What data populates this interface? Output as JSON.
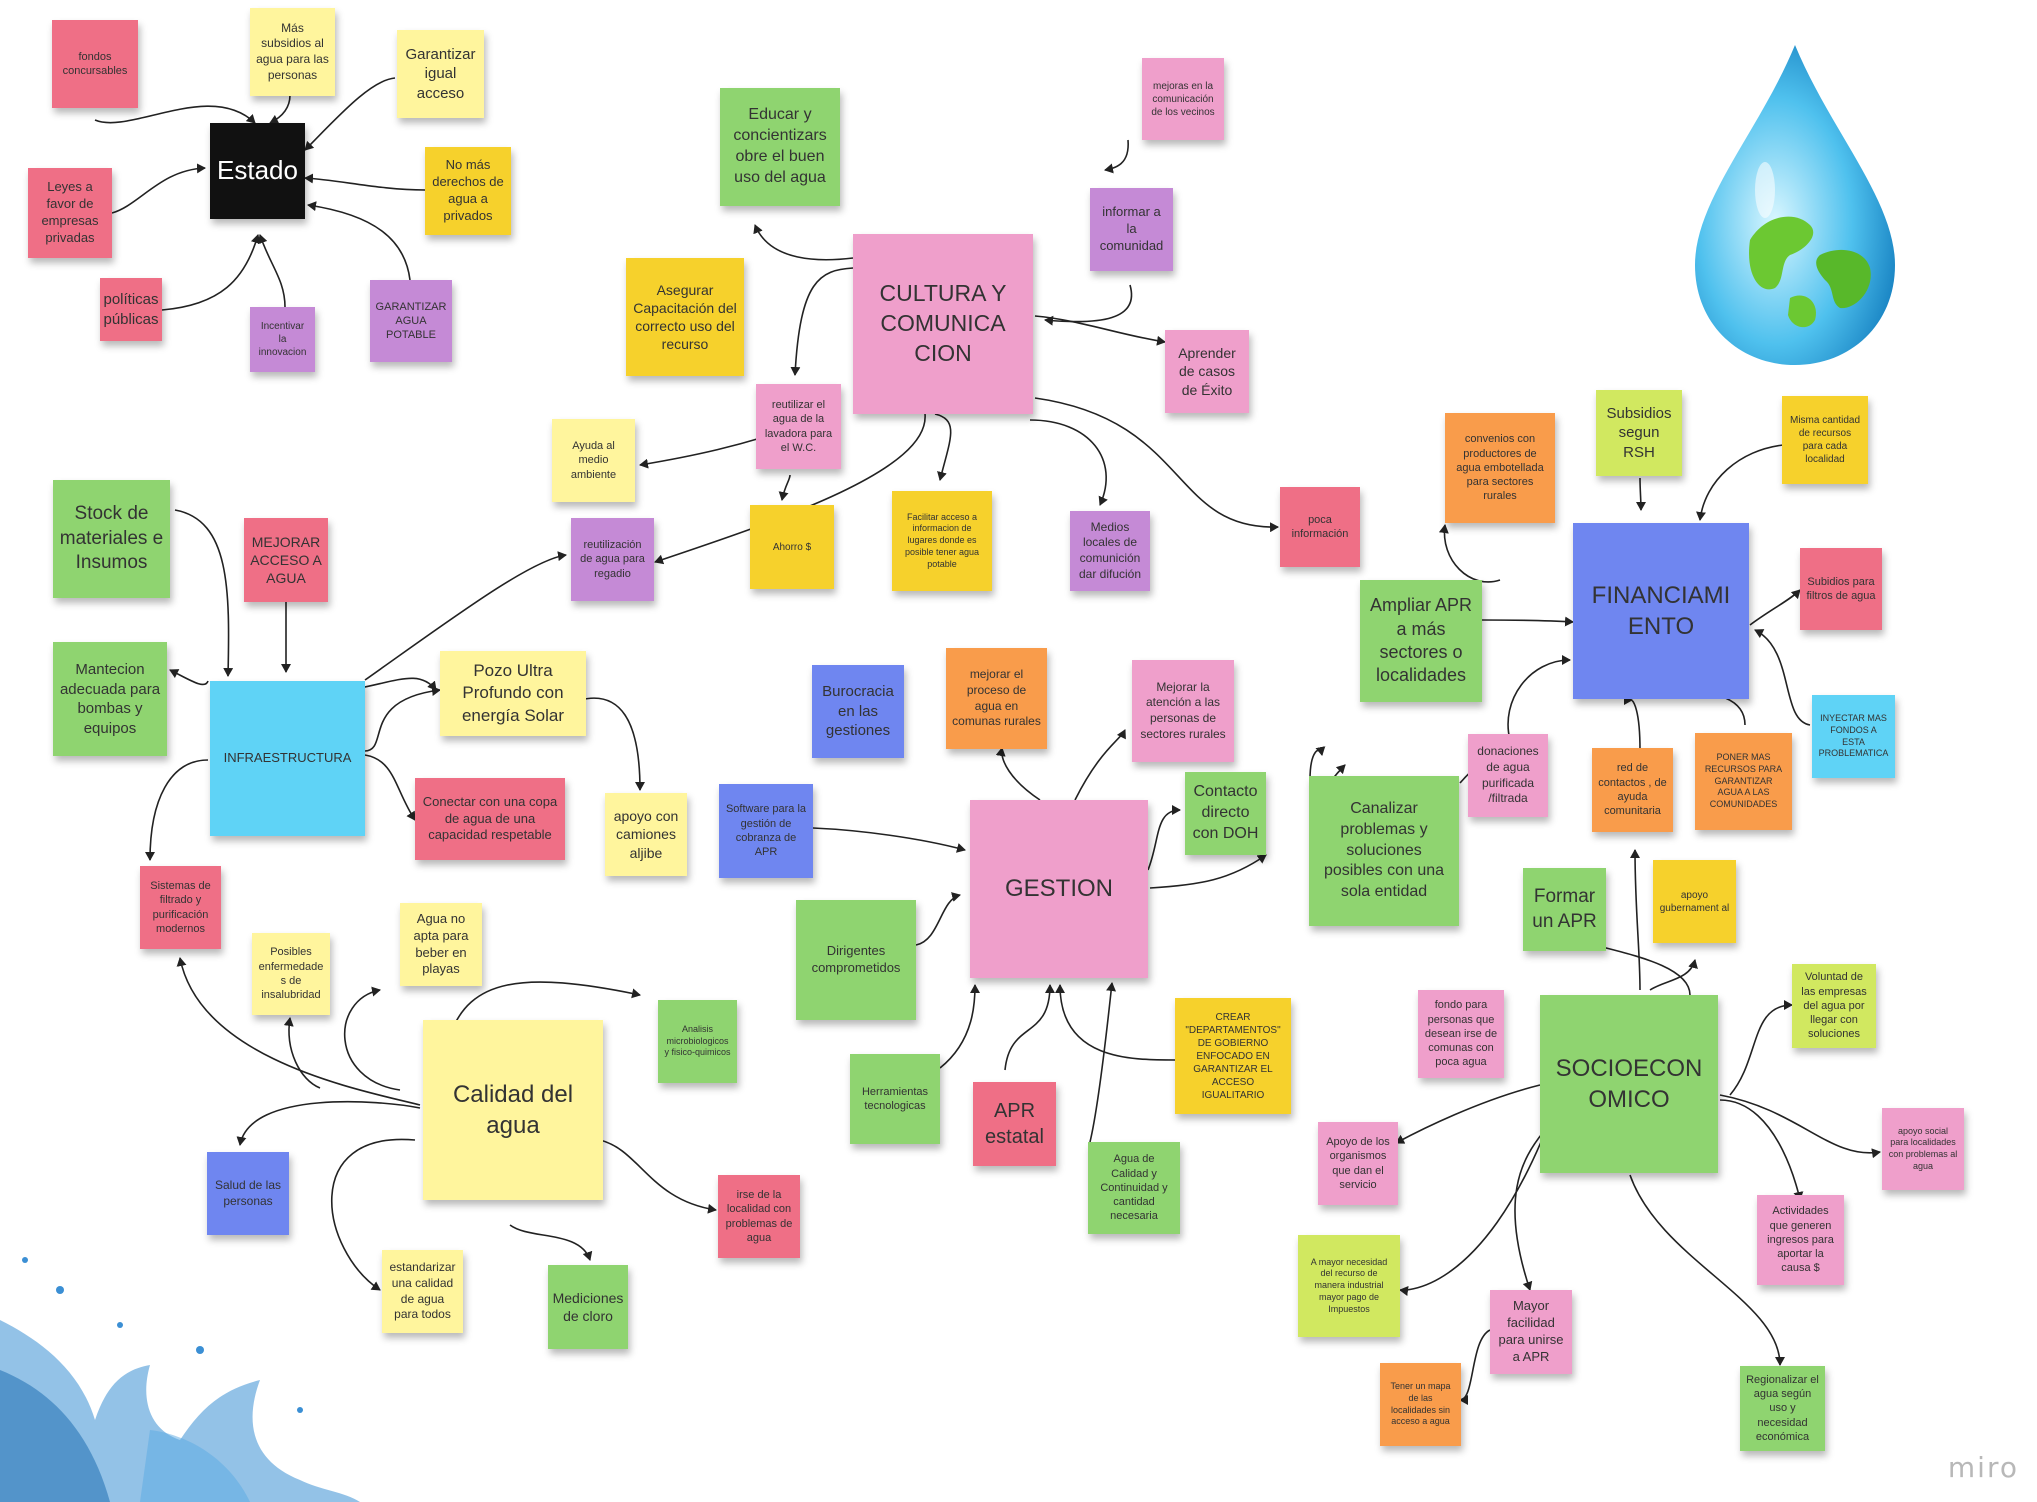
{
  "brand": "miro",
  "palette": {
    "red": "#ef6f86",
    "yellow": "#fff59d",
    "orange_yellow": "#f6d12c",
    "purple": "#c58ad6",
    "pink": "#ef9fcb",
    "green": "#8fd470",
    "lime": "#d1e860",
    "blue": "#6f86f0",
    "cyan": "#5fd3f6",
    "orange": "#f99c4b",
    "black": "#111111"
  },
  "icons": [
    "water-drop-earth-icon",
    "water-splash-icon",
    "connector-arrow-icon"
  ],
  "notes": [
    {
      "id": "n1",
      "text": "fondos concursables",
      "color": "red",
      "fs": 11
    },
    {
      "id": "n2",
      "text": "Más subsidios al agua para las personas",
      "color": "yellow",
      "fs": 12
    },
    {
      "id": "n3",
      "text": "Garantizar igual acceso",
      "color": "yellow",
      "fs": 15
    },
    {
      "id": "n4",
      "text": "Estado",
      "color": "black",
      "fs": 26,
      "textColor": "#ffffff"
    },
    {
      "id": "n5",
      "text": "Leyes a favor de empresas privadas",
      "color": "red",
      "fs": 13
    },
    {
      "id": "n6",
      "text": "No más derechos de agua a privados",
      "color": "orange_yellow",
      "fs": 13
    },
    {
      "id": "n7",
      "text": "políticas públicas",
      "color": "red",
      "fs": 15
    },
    {
      "id": "n8",
      "text": "Incentivar la innovacion",
      "color": "purple",
      "fs": 10
    },
    {
      "id": "n9",
      "text": "GARANTIZAR AGUA POTABLE",
      "color": "purple",
      "fs": 11
    },
    {
      "id": "n10",
      "text": "Educar y concientizars obre el buen uso del agua",
      "color": "green",
      "fs": 16
    },
    {
      "id": "n11",
      "text": "CULTURA Y COMUNICA CION",
      "color": "pink",
      "fs": 23
    },
    {
      "id": "n12",
      "text": "mejoras en la comunicación de los vecinos",
      "color": "pink",
      "fs": 10
    },
    {
      "id": "n13",
      "text": "informar a la comunidad",
      "color": "purple",
      "fs": 13
    },
    {
      "id": "n14",
      "text": "Aprender de casos de Éxito",
      "color": "pink",
      "fs": 14
    },
    {
      "id": "n15",
      "text": "Asegurar Capacitación del correcto uso del recurso",
      "color": "orange_yellow",
      "fs": 14
    },
    {
      "id": "n16",
      "text": "reutilizar el agua de la lavadora para el W.C.",
      "color": "pink",
      "fs": 11
    },
    {
      "id": "n17",
      "text": "Ayuda al medio ambiente",
      "color": "yellow",
      "fs": 11
    },
    {
      "id": "n18",
      "text": "Ahorro $",
      "color": "orange_yellow",
      "fs": 10
    },
    {
      "id": "n19",
      "text": "Facilitar acceso a informacion de lugares donde es posible tener agua potable",
      "color": "orange_yellow",
      "fs": 9
    },
    {
      "id": "n20",
      "text": "Medios locales de comunición dar difución",
      "color": "purple",
      "fs": 12
    },
    {
      "id": "n21",
      "text": "poca información",
      "color": "red",
      "fs": 11
    },
    {
      "id": "n22",
      "text": "reutilización de agua para regadio",
      "color": "purple",
      "fs": 11
    },
    {
      "id": "n23",
      "text": "Stock de materiales e Insumos",
      "color": "green",
      "fs": 19
    },
    {
      "id": "n24",
      "text": "MEJORAR ACCESO A AGUA",
      "color": "red",
      "fs": 14
    },
    {
      "id": "n25",
      "text": "Mantecion adecuada para bombas y equipos",
      "color": "green",
      "fs": 15
    },
    {
      "id": "n26",
      "text": "INFRAESTRUCTURA",
      "color": "cyan",
      "fs": 13
    },
    {
      "id": "n27",
      "text": "Pozo Ultra Profundo con energía Solar",
      "color": "yellow",
      "fs": 17
    },
    {
      "id": "n28",
      "text": "Conectar con una copa de agua de una capacidad respetable",
      "color": "red",
      "fs": 13
    },
    {
      "id": "n29",
      "text": "apoyo con camiones aljibe",
      "color": "yellow",
      "fs": 14
    },
    {
      "id": "n30",
      "text": "Sistemas de filtrado y purificación modernos",
      "color": "red",
      "fs": 11
    },
    {
      "id": "n31",
      "text": "Burocracia en las gestiones",
      "color": "blue",
      "fs": 15
    },
    {
      "id": "n32",
      "text": "mejorar el proceso de agua en comunas rurales",
      "color": "orange",
      "fs": 12
    },
    {
      "id": "n33",
      "text": "Mejorar la atención a las personas de sectores rurales",
      "color": "pink",
      "fs": 12
    },
    {
      "id": "n34",
      "text": "Software para la gestión de cobranza de APR",
      "color": "blue",
      "fs": 11
    },
    {
      "id": "n35",
      "text": "GESTION",
      "color": "pink",
      "fs": 24
    },
    {
      "id": "n36",
      "text": "Contacto directo con DOH",
      "color": "green",
      "fs": 16
    },
    {
      "id": "n37",
      "text": "Canalizar problemas y soluciones posibles con una sola entidad",
      "color": "green",
      "fs": 16
    },
    {
      "id": "n38",
      "text": "Dirigentes comprometidos",
      "color": "green",
      "fs": 13
    },
    {
      "id": "n39",
      "text": "Herramientas tecnologicas",
      "color": "green",
      "fs": 11
    },
    {
      "id": "n40",
      "text": "APR estatal",
      "color": "red",
      "fs": 20
    },
    {
      "id": "n41",
      "text": "Agua de Calidad y Continuidad y cantidad necesaria",
      "color": "green",
      "fs": 11
    },
    {
      "id": "n42",
      "text": "CREAR \"DEPARTAMENTOS\" DE GOBIERNO ENFOCADO EN GARANTIZAR EL ACCESO IGUALITARIO",
      "color": "orange_yellow",
      "fs": 10
    },
    {
      "id": "n43",
      "text": "Posibles enfermedade s de insalubridad",
      "color": "yellow",
      "fs": 11
    },
    {
      "id": "n44",
      "text": "Agua no apta para beber en playas",
      "color": "yellow",
      "fs": 13
    },
    {
      "id": "n45",
      "text": "Calidad del agua",
      "color": "yellow",
      "fs": 24
    },
    {
      "id": "n46",
      "text": "Analisis microbiologicos y fisico-quimicos",
      "color": "green",
      "fs": 9
    },
    {
      "id": "n47",
      "text": "Salud de las personas",
      "color": "blue",
      "fs": 12
    },
    {
      "id": "n48",
      "text": "irse de la localidad con problemas de agua",
      "color": "red",
      "fs": 11
    },
    {
      "id": "n49",
      "text": "estandarizar una calidad de agua para todos",
      "color": "yellow",
      "fs": 12
    },
    {
      "id": "n50",
      "text": "Mediciones de cloro",
      "color": "green",
      "fs": 14
    },
    {
      "id": "n51",
      "text": "convenios con productores de agua embotellada para sectores rurales",
      "color": "orange",
      "fs": 11
    },
    {
      "id": "n52",
      "text": "Subsidios segun RSH",
      "color": "lime",
      "fs": 15
    },
    {
      "id": "n53",
      "text": "Misma cantidad de recursos para cada localidad",
      "color": "orange_yellow",
      "fs": 10
    },
    {
      "id": "n54",
      "text": "Ampliar APR a más sectores o localidades",
      "color": "green",
      "fs": 18
    },
    {
      "id": "n55",
      "text": "FINANCIAMI ENTO",
      "color": "blue",
      "fs": 24
    },
    {
      "id": "n56",
      "text": "Subidios para filtros de agua",
      "color": "red",
      "fs": 11
    },
    {
      "id": "n57",
      "text": "INYECTAR MAS FONDOS A ESTA PROBLEMATICA",
      "color": "cyan",
      "fs": 9
    },
    {
      "id": "n58",
      "text": "donaciones de agua purificada /filtrada",
      "color": "pink",
      "fs": 12
    },
    {
      "id": "n59",
      "text": "red de contactos , de ayuda comunitaria",
      "color": "orange",
      "fs": 11
    },
    {
      "id": "n60",
      "text": "PONER MAS RECURSOS PARA GARANTIZAR AGUA A LAS COMUNIDADES",
      "color": "orange",
      "fs": 9
    },
    {
      "id": "n61",
      "text": "Formar un APR",
      "color": "green",
      "fs": 19
    },
    {
      "id": "n62",
      "text": "apoyo gubernament al",
      "color": "orange_yellow",
      "fs": 10
    },
    {
      "id": "n63",
      "text": "fondo para personas que desean irse de comunas con poca agua",
      "color": "pink",
      "fs": 11
    },
    {
      "id": "n64",
      "text": "SOCIOECON OMICO",
      "color": "green",
      "fs": 24
    },
    {
      "id": "n65",
      "text": "Voluntad de las empresas del agua por llegar con soluciones",
      "color": "lime",
      "fs": 11
    },
    {
      "id": "n66",
      "text": "Apoyo de los organismos que dan el servicio",
      "color": "pink",
      "fs": 11
    },
    {
      "id": "n67",
      "text": "apoyo social para localidades con problemas al agua",
      "color": "pink",
      "fs": 9
    },
    {
      "id": "n68",
      "text": "A mayor necesidad del recurso de manera industrial mayor pago de Impuestos",
      "color": "lime",
      "fs": 9
    },
    {
      "id": "n69",
      "text": "Mayor facilidad para unirse a APR",
      "color": "pink",
      "fs": 13
    },
    {
      "id": "n70",
      "text": "Actividades que generen ingresos para aportar la causa $",
      "color": "pink",
      "fs": 11
    },
    {
      "id": "n71",
      "text": "Tener un mapa de las localidades sin acceso a agua",
      "color": "orange",
      "fs": 9
    },
    {
      "id": "n72",
      "text": "Regionalizar el agua según uso y necesidad económica",
      "color": "green",
      "fs": 11
    }
  ]
}
